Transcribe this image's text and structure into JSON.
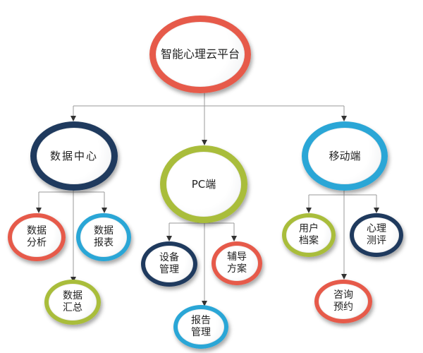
{
  "colors": {
    "red": "#e65a4a",
    "navy": "#1f3a5e",
    "lime": "#a9bd3b",
    "cyan": "#2aa6d6",
    "line": "#9a9a9a"
  },
  "nodes": {
    "root": {
      "text": "智能心理云平台"
    },
    "data_center": {
      "text": "数据中心"
    },
    "pc": {
      "text": "PC端"
    },
    "mobile": {
      "text": "移动端"
    },
    "data_analysis": {
      "line1": "数据",
      "line2": "分析"
    },
    "data_report": {
      "line1": "数据",
      "line2": "报表"
    },
    "data_summary": {
      "line1": "数据",
      "line2": "汇总"
    },
    "device_mgmt": {
      "line1": "设备",
      "line2": "管理"
    },
    "aux_plan": {
      "line1": "辅导",
      "line2": "方案"
    },
    "report_mgmt": {
      "line1": "报告",
      "line2": "管理"
    },
    "user_records": {
      "line1": "用户",
      "line2": "档案"
    },
    "psych_test": {
      "line1": "心理",
      "line2": "测评"
    },
    "consult_booking": {
      "line1": "咨询",
      "line2": "预约"
    }
  }
}
